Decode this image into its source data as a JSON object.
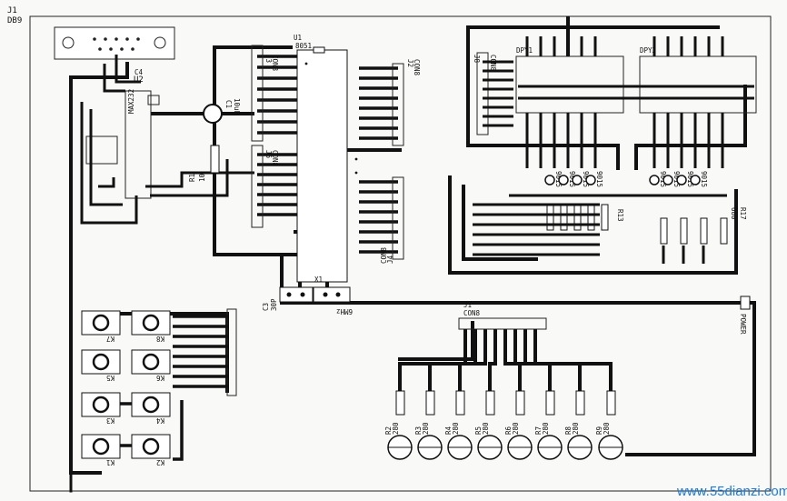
{
  "top_left": {
    "line1": "J1",
    "line2": "DB9"
  },
  "board_labels": {
    "u1": "U1",
    "u1_part": "8051",
    "u2": "U2",
    "u2_part": "MAX232",
    "c1": "C1",
    "c1_val": "10uF",
    "r1": "R1",
    "r1_val": "10",
    "j2": "J2",
    "j2_part": "CON8",
    "j3": "J3",
    "j3_part": "CON8",
    "j4": "J4",
    "j4_part": "CON8",
    "j6": "J6",
    "j6_part": "CON8",
    "j8": "J8",
    "j8_part": "CON8",
    "j1b": "J1",
    "j1b_part": "CON8",
    "dpy1": "DPY1",
    "dpy2": "DPY2",
    "x1": "X1",
    "x1_val": "6MHz",
    "c3": "C3",
    "c3_val": "30P",
    "power": "POWER",
    "r13": "R13",
    "r17": "R17",
    "r17_val": "680",
    "q_labels": [
      "9015",
      "9015",
      "9015",
      "9015",
      "9015",
      "9015",
      "9015",
      "9015"
    ]
  },
  "keys": [
    "K1",
    "K2",
    "K3",
    "K4",
    "K5",
    "K6",
    "K7",
    "K8"
  ],
  "led_resistors": [
    "R2",
    "R3",
    "R4",
    "R5",
    "R6",
    "R7",
    "R8",
    "R9"
  ],
  "led_resistor_values": [
    "280",
    "280",
    "280",
    "280",
    "280",
    "280",
    "280",
    "280"
  ],
  "watermark": "www.55dianzi.com",
  "colors": {
    "trace": "#111111",
    "board": "#f9f9f7",
    "watermark": "#1b7be0"
  }
}
